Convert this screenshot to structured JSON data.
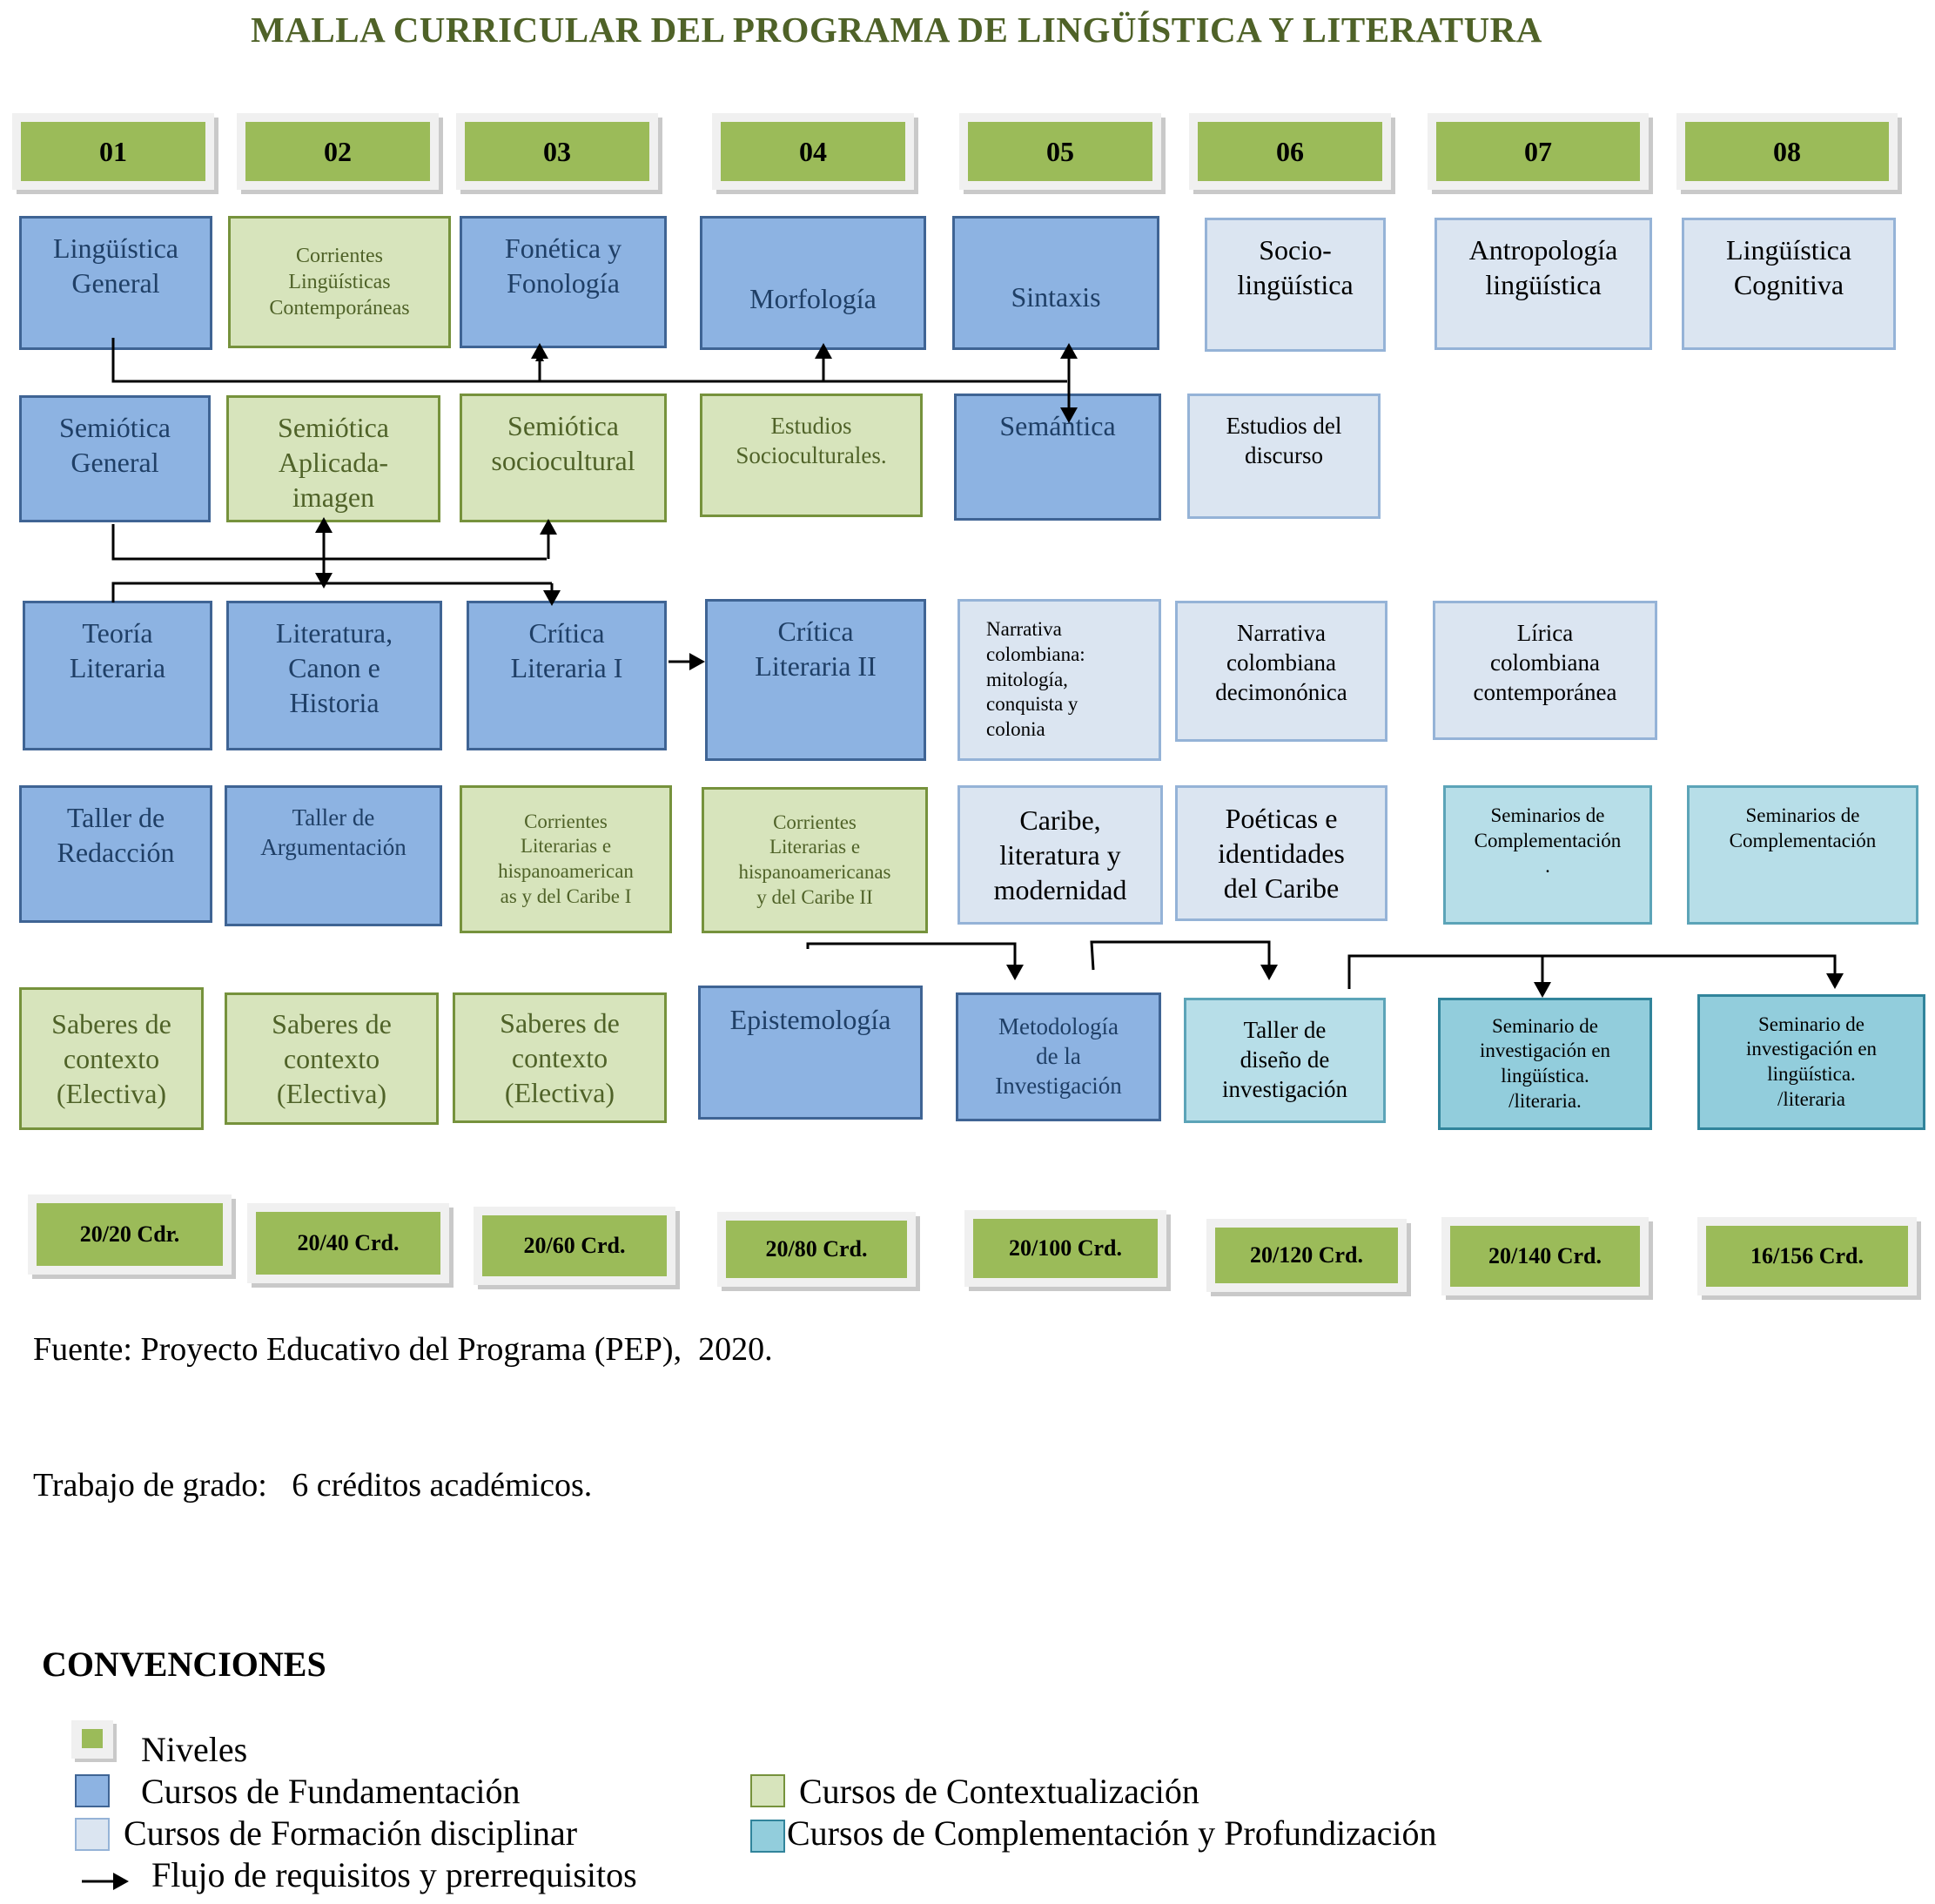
{
  "title": "MALLA CURRICULAR DEL PROGRAMA DE LINGÜÍSTICA Y LITERATURA",
  "levels": [
    "01",
    "02",
    "03",
    "04",
    "05",
    "06",
    "07",
    "08"
  ],
  "credits": [
    "20/20 Cdr.",
    "20/40 Crd.",
    "20/60 Crd.",
    "20/80 Crd.",
    "20/100 Crd.",
    "20/120 Crd.",
    "20/140 Crd.",
    "16/156 Crd."
  ],
  "courses": {
    "c01": "Lingüística\nGeneral",
    "c02": "Corrientes\nLingüísticas\nContemporáneas",
    "c03": "Fonética y\nFonología",
    "c04": "Morfología",
    "c05": "Sintaxis",
    "c06": "Socio-\nlingüística",
    "c07": "Antropología\nlingüística",
    "c08": "Lingüística\nCognitiva",
    "c09": "Semiótica\nGeneral",
    "c10": "Semiótica\nAplicada-\nimagen",
    "c11": "Semiótica\nsociocultural",
    "c12": "Estudios\nSocioculturales.",
    "c13": "Semántica",
    "c14": "Estudios del\ndiscurso",
    "c15": "Teoría\nLiteraria",
    "c16": "Literatura,\nCanon e\nHistoria",
    "c17": "Crítica\nLiteraria I",
    "c18": "Crítica\nLiteraria II",
    "c19": "Narrativa\ncolombiana:\nmitología,\nconquista y\ncolonia",
    "c20": "Narrativa\ncolombiana\ndecimonónica",
    "c21": "Lírica\ncolombiana\ncontemporánea",
    "c22": "Taller de\nRedacción",
    "c23": "Taller de\nArgumentación",
    "c24": "Corrientes\nLiterarias e\nhispanoamerican\nas y del Caribe I",
    "c25": "Corrientes\nLiterarias e\nhispanoamericanas\ny del Caribe II",
    "c26": "Caribe,\nliteratura y\nmodernidad",
    "c27": "Poéticas e\nidentidades\ndel Caribe",
    "c28": "Seminarios de\nComplementación\n.",
    "c29": "Seminarios de\nComplementación",
    "c30": "Saberes de\ncontexto\n(Electiva)",
    "c31": "Saberes de\ncontexto\n(Electiva)",
    "c32": "Saberes de\ncontexto\n(Electiva)",
    "c33": "Epistemología",
    "c34": "Metodología\nde la\nInvestigación",
    "c35": "Taller de\ndiseño de\ninvestigación",
    "c36": "Seminario de\ninvestigación en\nlingüística.\n/literaria.",
    "c37": "Seminario de\ninvestigación en\nlingüística.\n/literaria"
  },
  "source": "Fuente: Proyecto Educativo del Programa (PEP),  2020.",
  "thesis": "Trabajo de grado:   6 créditos académicos.",
  "legend": {
    "heading": "CONVENCIONES",
    "levels": "Niveles",
    "fund": "Cursos de Fundamentación",
    "ctx": "Cursos de Contextualización",
    "disc": "Cursos de Formación disciplinar",
    "comp": "Cursos de Complementación y Profundización",
    "flow": "Flujo de requisitos y prerrequisitos"
  },
  "colors": {
    "level": "#9bbb59",
    "fundamentacion": "#8db3e2",
    "contextualizacion": "#d7e4bc",
    "disciplinar": "#dbe5f1",
    "complementacion": "#92cddc",
    "title": "#4f6228"
  }
}
